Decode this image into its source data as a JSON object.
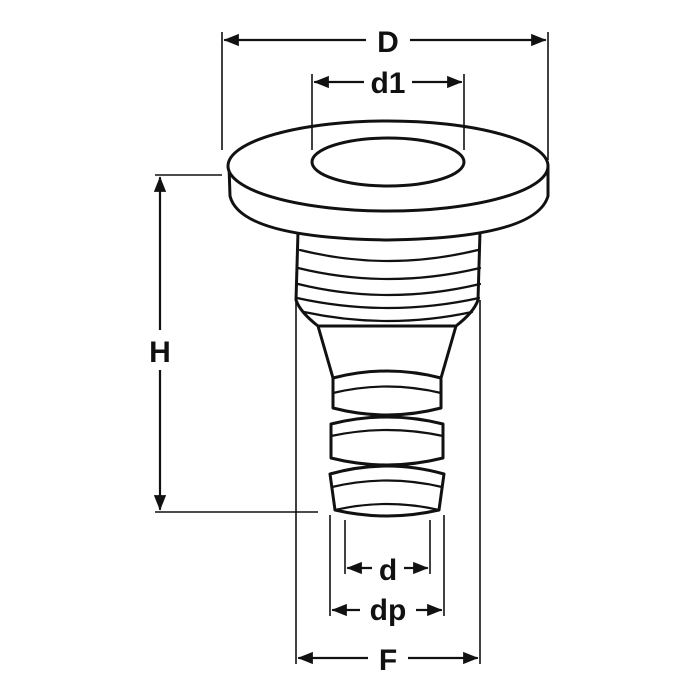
{
  "diagram": {
    "labels": {
      "D": "D",
      "d1": "d1",
      "H": "H",
      "d": "d",
      "dp": "dp",
      "F": "F"
    }
  }
}
